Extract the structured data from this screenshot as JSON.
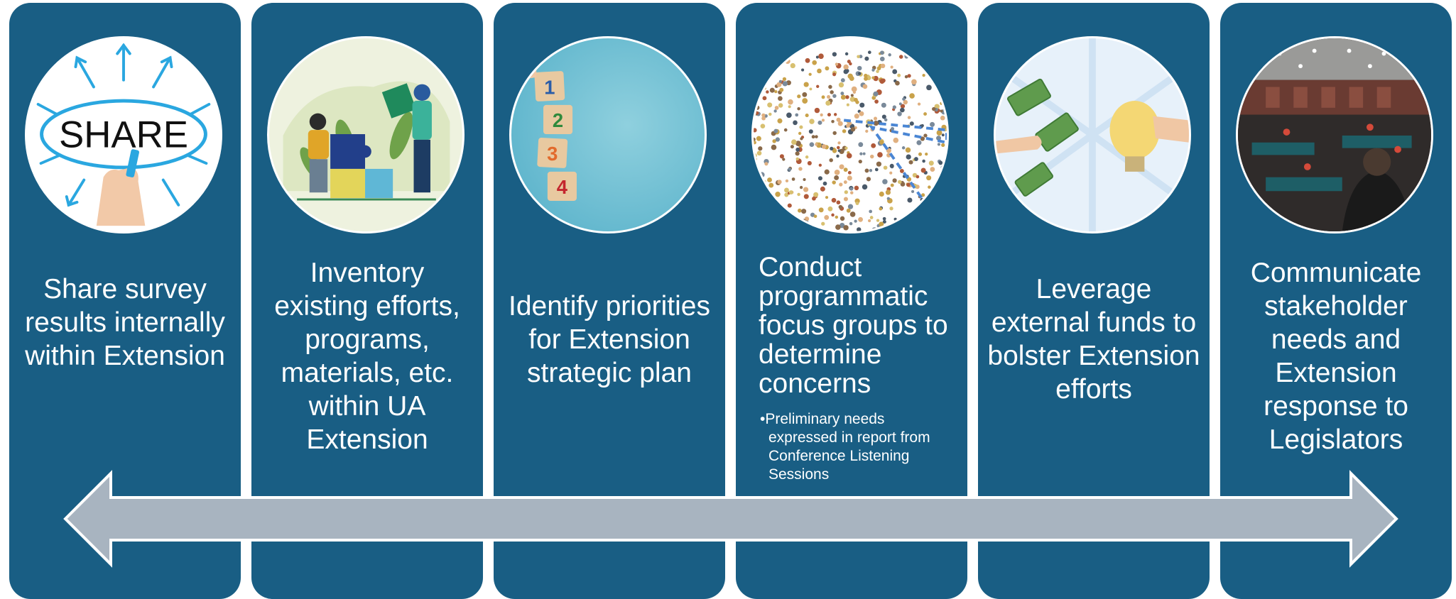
{
  "steps": [
    {
      "image": "share-image",
      "label": "Share survey results internally within Extension"
    },
    {
      "image": "puzzle-collaboration-image",
      "label": "Inventory existing efforts, programs, materials, etc. within UA Extension"
    },
    {
      "image": "numbered-blocks-image",
      "label": "Identify priorities for Extension strategic plan"
    },
    {
      "image": "crowd-focus-group-image",
      "label": "Conduct programmatic focus groups to determine concerns",
      "bullet": "•Preliminary needs expressed in report from Conference Listening Sessions"
    },
    {
      "image": "money-lightbulb-image",
      "label": "Leverage external funds to bolster Extension efforts"
    },
    {
      "image": "legislature-chamber-image",
      "label": "Communicate stakeholder needs and Extension response to Legislators"
    }
  ],
  "share_word": "SHARE",
  "block_numbers": [
    "1",
    "2",
    "3",
    "4"
  ],
  "colors": {
    "card": "#195e84",
    "arrow": "#a8b4c0",
    "arrow_outline": "#ffffff"
  },
  "arrow": "double-headed-arrow"
}
